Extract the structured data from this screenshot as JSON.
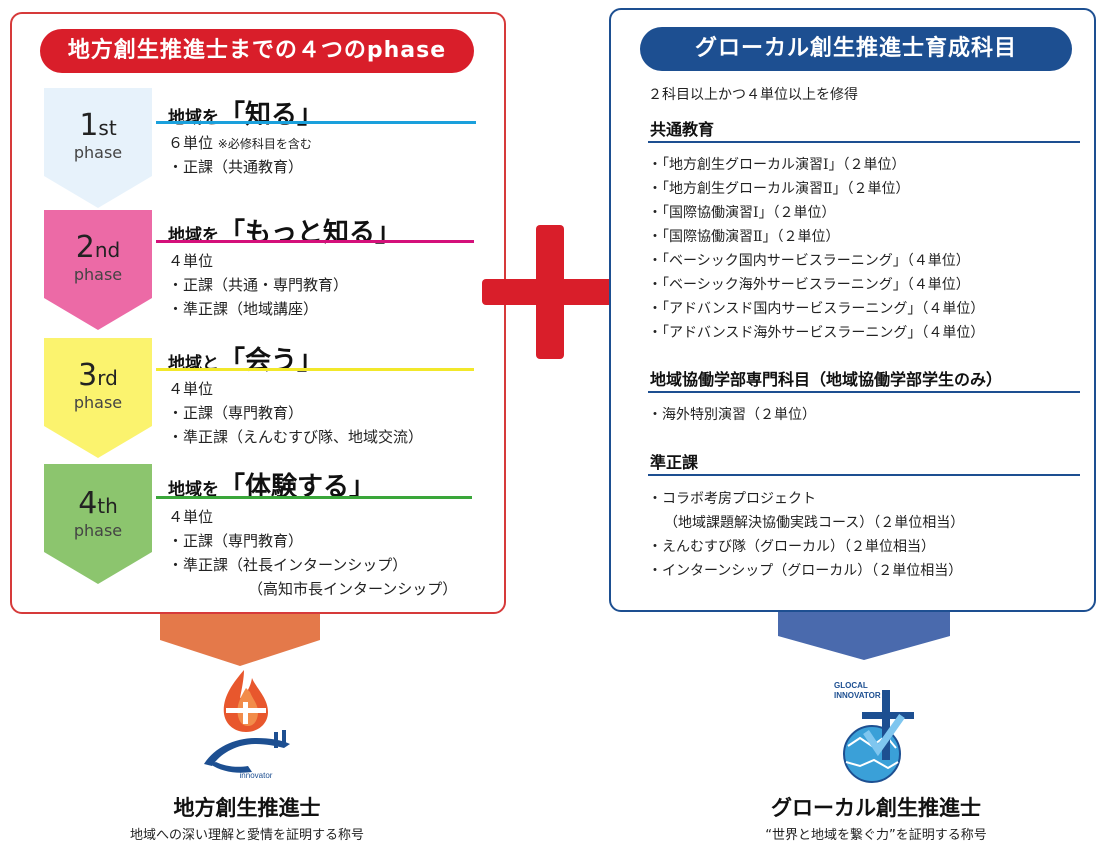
{
  "left": {
    "title": "地方創生推進士までの４つのphase",
    "phases": [
      {
        "num": "1",
        "suffix": "st",
        "word": "phase",
        "head_prefix": "地域を",
        "head_big": "「知る」",
        "lines": [
          "６単位",
          "・正課（共通教育）"
        ],
        "note": "※必修科目を含む",
        "color": "#1aa0dc",
        "arrow": "#e7f2fb"
      },
      {
        "num": "2",
        "suffix": "nd",
        "word": "phase",
        "head_prefix": "地域を",
        "head_big": "「もっと知る」",
        "lines": [
          "４単位",
          "・正課（共通・専門教育）",
          "・準正課（地域講座）"
        ],
        "color": "#d4107a",
        "arrow": "#ec6aa6"
      },
      {
        "num": "3",
        "suffix": "rd",
        "word": "phase",
        "head_prefix": "地域と",
        "head_big": "「会う」",
        "lines": [
          "４単位",
          "・正課（専門教育）",
          "・準正課（えんむすび隊、地域交流）"
        ],
        "color": "#f2e82a",
        "arrow": "#fbf36e"
      },
      {
        "num": "4",
        "suffix": "th",
        "word": "phase",
        "head_prefix": "地域を",
        "head_big": "「体験する」",
        "lines": [
          "４単位",
          "・正課（専門教育）",
          "・準正課（社長インターンシップ）",
          "（高知市長インターンシップ）"
        ],
        "color": "#3aa63a",
        "arrow": "#8cc56e"
      }
    ],
    "connector_color": "#e4794a",
    "bottom_title": "地方創生推進士",
    "bottom_sub": "地域への深い理解と愛情を証明する称号",
    "logo_text": "innovator"
  },
  "right": {
    "title": "グローカル創生推進士育成科目",
    "requirement": "２科目以上かつ４単位以上を修得",
    "sections": [
      {
        "head": "共通教育",
        "items": [
          "・「地方創生グローカル演習Ⅰ」（２単位）",
          "・「地方創生グローカル演習Ⅱ」（２単位）",
          "・「国際協働演習Ⅰ」（２単位）",
          "・「国際協働演習Ⅱ」（２単位）",
          "・「ベーシック国内サービスラーニング」（４単位）",
          "・「ベーシック海外サービスラーニング」（４単位）",
          "・「アドバンスド国内サービスラーニング」（４単位）",
          "・「アドバンスド海外サービスラーニング」（４単位）"
        ]
      },
      {
        "head": "地域協働学部専門科目（地域協働学部学生のみ）",
        "items": [
          "・海外特別演習（２単位）"
        ]
      },
      {
        "head": "準正課",
        "items": [
          "・コラボ考房プロジェクト",
          "（地域課題解決協働実践コース）（２単位相当）",
          "・えんむすび隊（グローカル）（２単位相当）",
          "・インターンシップ（グローカル）（２単位相当）"
        ]
      }
    ],
    "connector_color": "#4a6aad",
    "bottom_title": "グローカル創生推進士",
    "bottom_sub": "“世界と地域を繋ぐ力”を証明する称号",
    "logo_text_1": "GLOCAL",
    "logo_text_2": "INNOVATOR"
  },
  "colors": {
    "red": "#d91e2a",
    "blue": "#1d4f91"
  }
}
